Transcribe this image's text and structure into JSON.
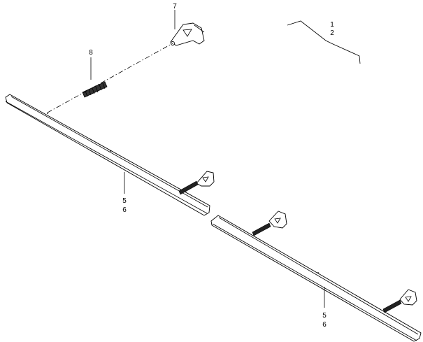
{
  "callouts": {
    "c1": "1",
    "c2": "2",
    "c5a": "5",
    "c6a": "6",
    "c5b": "5",
    "c6b": "6",
    "c7": "7",
    "c8": "8"
  },
  "colors": {
    "line": "#000000",
    "background": "#ffffff"
  }
}
